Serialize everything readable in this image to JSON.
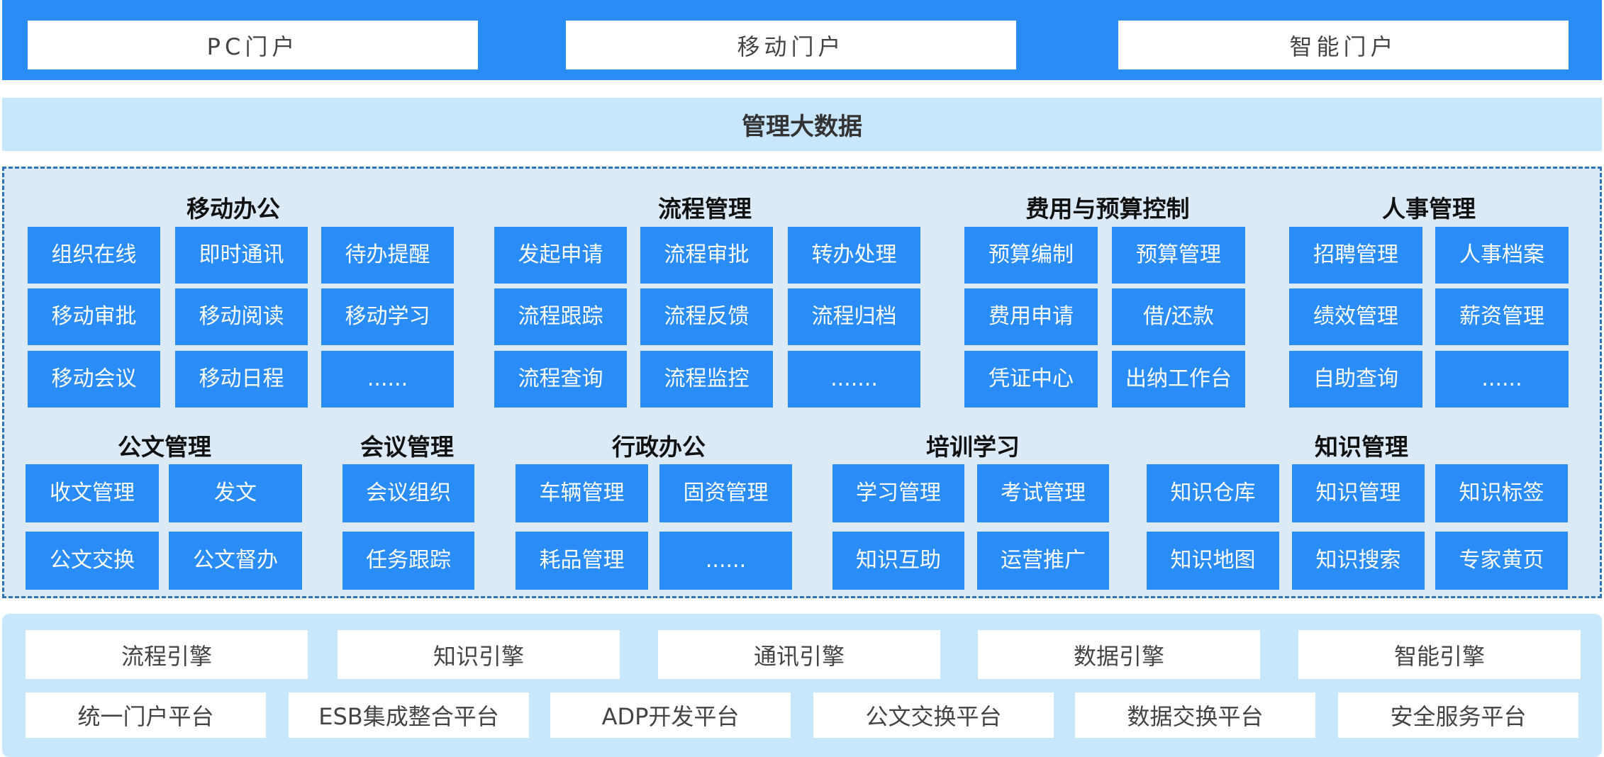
{
  "portals": [
    "PC门户",
    "移动门户",
    "智能门户"
  ],
  "big_data": "管理大数据",
  "groups": [
    {
      "title": "移动办公",
      "items": [
        "组织在线",
        "即时通讯",
        "待办提醒",
        "移动审批",
        "移动阅读",
        "移动学习",
        "移动会议",
        "移动日程",
        "......"
      ]
    },
    {
      "title": "流程管理",
      "items": [
        "发起申请",
        "流程审批",
        "转办处理",
        "流程跟踪",
        "流程反馈",
        "流程归档",
        "流程查询",
        "流程监控",
        "......."
      ]
    },
    {
      "title": "费用与预算控制",
      "items": [
        "预算编制",
        "预算管理",
        "费用申请",
        "借/还款",
        "凭证中心",
        "出纳工作台"
      ]
    },
    {
      "title": "人事管理",
      "items": [
        "招聘管理",
        "人事档案",
        "绩效管理",
        "薪资管理",
        "自助查询",
        "......"
      ]
    },
    {
      "title": "公文管理",
      "items": [
        "收文管理",
        "发文",
        "公文交换",
        "公文督办"
      ]
    },
    {
      "title": "会议管理",
      "items": [
        "会议组织",
        "任务跟踪"
      ]
    },
    {
      "title": "行政办公",
      "items": [
        "车辆管理",
        "固资管理",
        "耗品管理",
        "......"
      ]
    },
    {
      "title": "培训学习",
      "items": [
        "学习管理",
        "考试管理",
        "知识互助",
        "运营推广"
      ]
    },
    {
      "title": "知识管理",
      "items": [
        "知识仓库",
        "知识管理",
        "知识标签",
        "知识地图",
        "知识搜索",
        "专家黄页"
      ]
    }
  ],
  "engines": [
    "流程引擎",
    "知识引擎",
    "通讯引擎",
    "数据引擎",
    "智能引擎"
  ],
  "platforms": [
    "统一门户平台",
    "ESB集成整合平台",
    "ADP开发平台",
    "公文交换平台",
    "数据交换平台",
    "安全服务平台"
  ],
  "colors": {
    "primary": "#2a8cf7",
    "light": "#c8e6fc",
    "panel": "#dceaf7",
    "dash": "#2e74b5"
  }
}
